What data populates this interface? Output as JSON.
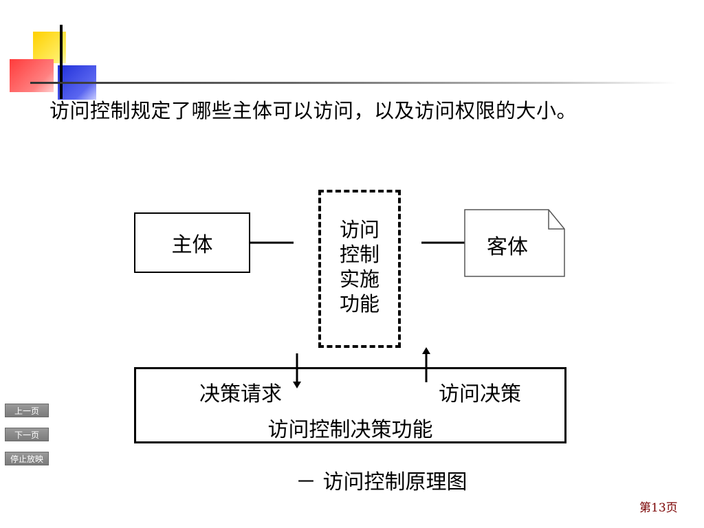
{
  "slide": {
    "title": "访问控制规定了哪些主体可以访问，以及访问权限的大小。",
    "caption": "－ 访问控制原理图",
    "page_number": "第13页"
  },
  "diagram": {
    "subject": "主体",
    "object": "客体",
    "enforcement": "访问\n控制\n实施\n功能",
    "decision_request": "决策请求",
    "decision_response": "访问决策",
    "decision_function": "访问控制决策功能"
  },
  "nav": {
    "prev": "上一页",
    "next": "下一页",
    "stop": "停止放映"
  }
}
